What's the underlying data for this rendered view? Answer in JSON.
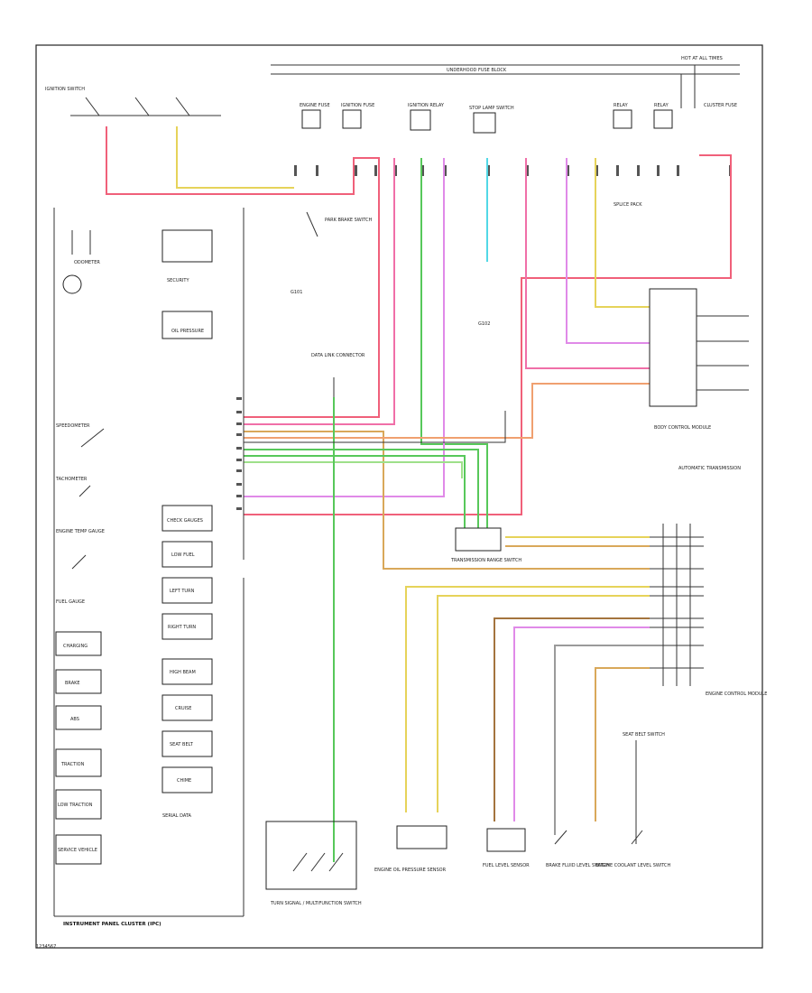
{
  "page": {
    "footer_code": "1234567"
  },
  "labels": {
    "hot_at_all_times": "HOT AT ALL TIMES",
    "ignition_switch": "IGNITION SWITCH",
    "fuse_block": "UNDERHOOD FUSE BLOCK",
    "engine_fuse": "ENGINE FUSE",
    "ignition_fuse": "IGNITION FUSE",
    "ignition_relay": "IGNITION RELAY",
    "brake_switch": "STOP LAMP SWITCH",
    "park_brake": "PARK BRAKE SWITCH",
    "relay_a": "RELAY",
    "relay_b": "RELAY",
    "cluster_fuse": "CLUSTER FUSE",
    "splice_pack": "SPLICE PACK",
    "ground_top": "G101",
    "data_link": "DATA LINK CONNECTOR",
    "ground_bottom": "G102",
    "body_control_module": "BODY CONTROL MODULE",
    "transmission_range": "TRANSMISSION RANGE SWITCH",
    "automatic_transmission": "AUTOMATIC TRANSMISSION",
    "engine_control_module": "ENGINE CONTROL MODULE",
    "odometer": "ODOMETER",
    "speedometer": "SPEEDOMETER",
    "tachometer": "TACHOMETER",
    "engine_temp_gauge": "ENGINE TEMP GAUGE",
    "fuel_gauge": "FUEL GAUGE",
    "charging": "CHARGING",
    "brake": "BRAKE",
    "abs": "ABS",
    "traction": "TRACTION",
    "low_traction": "LOW TRACTION",
    "service_vehicle": "SERVICE VEHICLE",
    "instrument_panel_cluster": "INSTRUMENT PANEL CLUSTER (IPC)",
    "security": "SECURITY",
    "oil_pressure": "OIL PRESSURE",
    "check_gauges": "CHECK GAUGES",
    "low_fuel": "LOW FUEL",
    "left_turn": "LEFT TURN",
    "right_turn": "RIGHT TURN",
    "high_beam": "HIGH BEAM",
    "cruise": "CRUISE",
    "seat_belt": "SEAT BELT",
    "chime": "CHIME",
    "turn_signal_switch": "TURN SIGNAL / MULTIFUNCTION SWITCH",
    "oil_pressure_sensor": "ENGINE OIL PRESSURE SENSOR",
    "fuel_level_sensor": "FUEL LEVEL SENSOR",
    "brake_fluid_switch": "BRAKE FLUID LEVEL SWITCH",
    "coolant_switch": "ENGINE COOLANT LEVEL SWITCH",
    "seat_belt_switch": "SEAT BELT SWITCH",
    "serial_data": "SERIAL DATA"
  },
  "wire_colors": {
    "red": "#f0607a",
    "pink": "#f06fa8",
    "yellow": "#e6d35a",
    "green": "#57c85a",
    "cyan": "#52d8e6",
    "magenta": "#e08ae8",
    "tan": "#d9a85a",
    "orange": "#f0a070",
    "brown": "#a4743e",
    "gray": "#9a9a9a",
    "light_green": "#9ee08a"
  }
}
